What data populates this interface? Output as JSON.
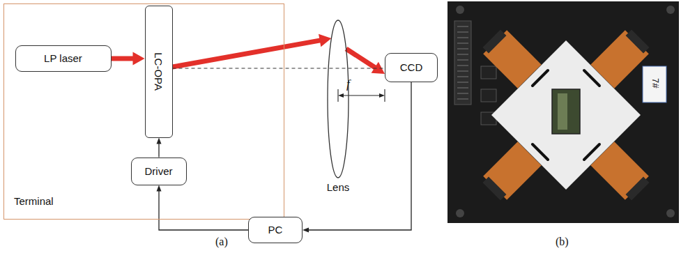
{
  "diagram": {
    "nodes": [
      {
        "text": [
          "Terminal"
        ]
      },
      {
        "text": [
          "LP laser"
        ],
        "in": 0
      },
      {
        "text": [
          "LC-OPA"
        ],
        "in": 0
      },
      {
        "text": [
          "Driver"
        ],
        "in": 0
      },
      {
        "text": [
          "Lens"
        ]
      },
      {
        "text": [
          "CCD"
        ]
      },
      {
        "text": [
          "PC"
        ]
      }
    ],
    "edges": [
      {
        "from": 1,
        "to": 2,
        "arrow": "to"
      },
      {
        "from": 2,
        "to": 4,
        "arrow": "to"
      },
      {
        "from": 4,
        "to": 5,
        "arrow": "to"
      },
      {
        "from": 2,
        "to": 5,
        "arrow": "none"
      },
      {
        "from": 5,
        "to": 6,
        "arrow": "to"
      },
      {
        "from": 6,
        "to": 3,
        "arrow": "to"
      },
      {
        "from": 3,
        "to": 2,
        "arrow": "to"
      }
    ],
    "labels": [
      "f",
      "(a)",
      "(b)",
      "7#"
    ]
  }
}
